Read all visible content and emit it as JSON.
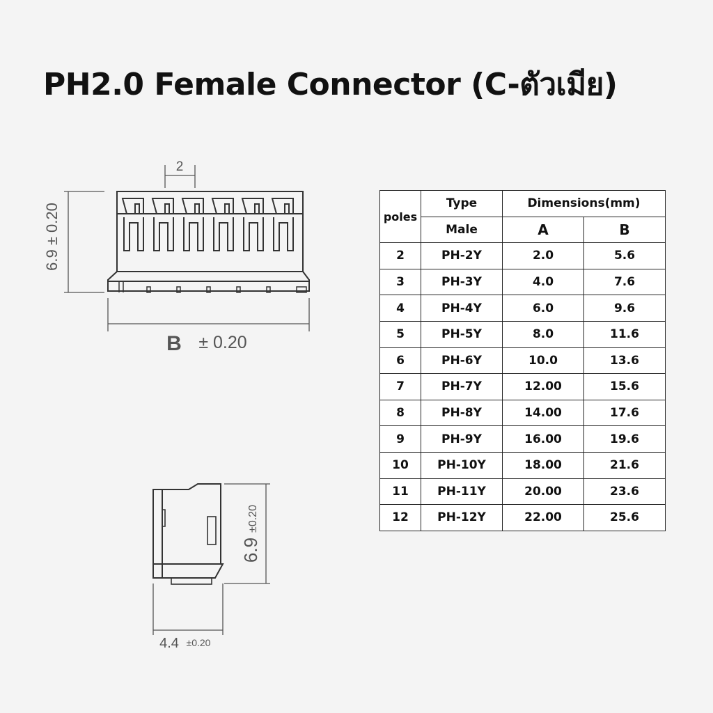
{
  "title": "PH2.0 Female Connector (C-ตัวเมีย)",
  "drawing": {
    "pitch_label": "2",
    "height_label_front": "6.9 ± 0.20",
    "width_label_b": "B",
    "width_label_tol": "± 0.20",
    "height_label_side_main": "6.9",
    "height_label_side_tol": "±0.20",
    "depth_label_main": "4.4",
    "depth_label_tol": "±0.20"
  },
  "table": {
    "header": {
      "poles": "poles",
      "type": "Type",
      "dimensions": "Dimensions(mm)",
      "male": "Male",
      "a": "A",
      "b": "B"
    },
    "rows": [
      {
        "poles": "2",
        "type": "PH-2Y",
        "a": "2.0",
        "b": "5.6"
      },
      {
        "poles": "3",
        "type": "PH-3Y",
        "a": "4.0",
        "b": "7.6"
      },
      {
        "poles": "4",
        "type": "PH-4Y",
        "a": "6.0",
        "b": "9.6"
      },
      {
        "poles": "5",
        "type": "PH-5Y",
        "a": "8.0",
        "b": "11.6"
      },
      {
        "poles": "6",
        "type": "PH-6Y",
        "a": "10.0",
        "b": "13.6"
      },
      {
        "poles": "7",
        "type": "PH-7Y",
        "a": "12.00",
        "b": "15.6"
      },
      {
        "poles": "8",
        "type": "PH-8Y",
        "a": "14.00",
        "b": "17.6"
      },
      {
        "poles": "9",
        "type": "PH-9Y",
        "a": "16.00",
        "b": "19.6"
      },
      {
        "poles": "10",
        "type": "PH-10Y",
        "a": "18.00",
        "b": "21.6"
      },
      {
        "poles": "11",
        "type": "PH-11Y",
        "a": "20.00",
        "b": "23.6"
      },
      {
        "poles": "12",
        "type": "PH-12Y",
        "a": "22.00",
        "b": "25.6"
      }
    ]
  }
}
